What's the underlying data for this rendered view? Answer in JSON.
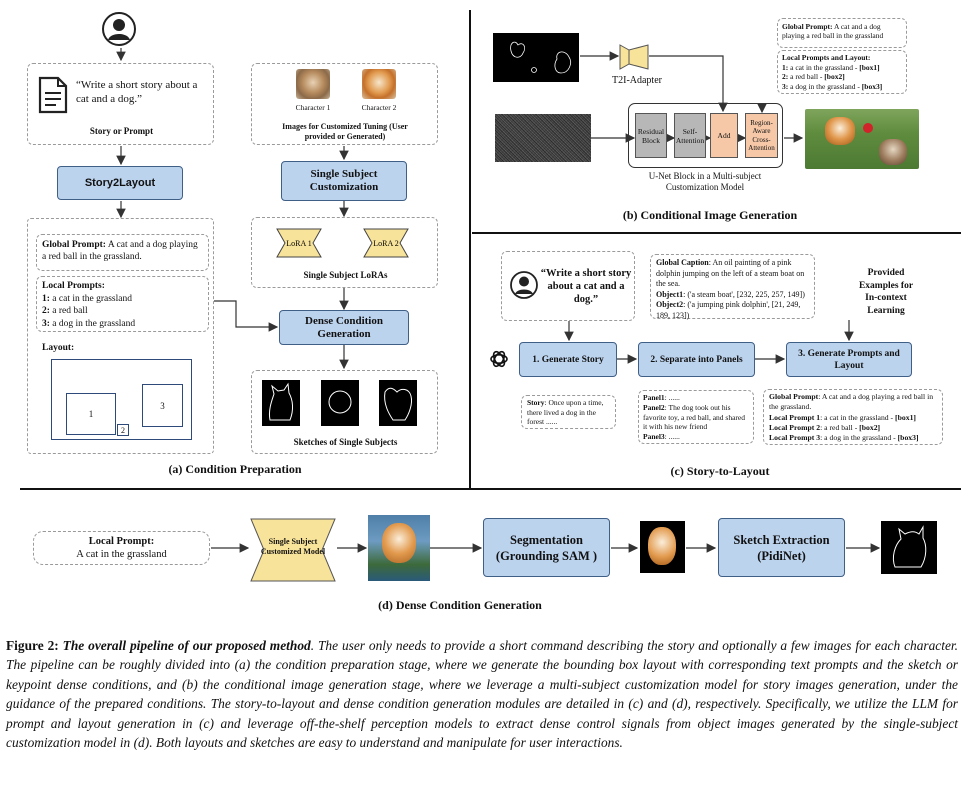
{
  "panel_a": {
    "prompt_quote": "“Write a short story about a cat and a dog.”",
    "story_label": "Story or Prompt",
    "images_label": "Images for Customized Tuning (User provided or Generated)",
    "char1": "Character 1",
    "char2": "Character 2",
    "story2layout": "Story2Layout",
    "single_subject": "Single Subject Customization",
    "global_prompt_head": "Global Prompt:",
    "global_prompt": "A cat and a dog playing a red ball in the grassland.",
    "local_prompts_head": "Local Prompts:",
    "local_prompts": [
      {
        "num": "1:",
        "text": "a cat in the grassland"
      },
      {
        "num": "2:",
        "text": "a red ball"
      },
      {
        "num": "3:",
        "text": "a dog in the grassland"
      }
    ],
    "layout_head": "Layout:",
    "box_labels": [
      "1",
      "2",
      "3"
    ],
    "lora1": "LoRA 1",
    "lora2": "LoRA 2",
    "loras_label": "Single Subject LoRAs",
    "dense_condition": "Dense Condition Generation",
    "sketches_label": "Sketches of Single Subjects",
    "caption": "(a) Condition Preparation"
  },
  "panel_b": {
    "t2i": "T2I-Adapter",
    "global_prompt_head": "Global Prompt:",
    "global_prompt": "A cat and a dog playing a red ball in the grassland",
    "local_head": "Local Prompts and Layout:",
    "local_items": [
      {
        "num": "1:",
        "text": "a cat in the grassland -",
        "box": "[box1]"
      },
      {
        "num": "2:",
        "text": "a red ball -",
        "box": "[box2]"
      },
      {
        "num": "3:",
        "text": "a dog in the grassland -",
        "box": "[box3]"
      }
    ],
    "residual": "Residual Block",
    "self_attn": "Self-Attention",
    "add": "Add",
    "region": "Region-Aware Cross-Attention",
    "unet_label": "U-Net Block in a Multi-subject Customization Model",
    "caption": "(b) Conditional Image Generation"
  },
  "panel_c": {
    "quote": "“Write a short story about a cat and a dog.”",
    "global_caption_head": "Global Caption",
    "global_caption": ": An oil painting of a pink dolphin jumping on the left of a steam boat on the sea.",
    "object1_head": "Object1",
    "object1": ": ('a steam boat', [232, 225, 257, 149])",
    "object2_head": "Object2",
    "object2": ": ('a jumping pink dolphin', [21, 249, 189, 123])",
    "provided": "Provided Examples for In-context Learning",
    "step1": "1. Generate Story",
    "step2": "2. Separate into Panels",
    "step3": "3. Generate Prompts and Layout",
    "story_head": "Story",
    "story": ": Once upon a time, there lived a dog in the forest ......",
    "panel1_head": "Panel1",
    "panel1": ": ......",
    "panel2_head": "Panel2",
    "panel2": ": The dog took out his favorite toy, a red ball, and shared it with his new friend",
    "panel3_head": "Panel3",
    "panel3": ": ......",
    "gp_head": "Global Prompt",
    "gp": ": A cat and a dog playing a red ball in the grassland.",
    "lp1_head": "Local Prompt 1",
    "lp1": ": a cat in the grassland -",
    "lp1_box": "[box1]",
    "lp2_head": "Local Prompt 2",
    "lp2": ": a red ball -",
    "lp2_box": "[box2]",
    "lp3_head": "Local Prompt 3",
    "lp3": ": a dog in the grassland -",
    "lp3_box": "[box3]",
    "caption": "(c) Story-to-Layout"
  },
  "panel_d": {
    "local_prompt_head": "Local Prompt:",
    "local_prompt": "A cat in the grassland",
    "model": "Single Subject Customized Model",
    "seg": "Segmentation (Grounding SAM )",
    "sketch": "Sketch Extraction (PidiNet)",
    "caption": "(d) Dense Condition Generation"
  },
  "figure_caption": {
    "label": "Figure 2:",
    "title": "The overall pipeline of our proposed method",
    "body": ". The user only needs to provide a short command describing the story and optionally a few images for each character. The pipeline can be roughly divided into (a) the condition preparation stage, where we generate the bounding box layout with corresponding text prompts and the sketch or keypoint dense conditions, and (b) the conditional image generation stage, where we leverage a multi-subject customization model for story images generation, under the guidance of the prepared conditions. The story-to-layout and dense condition generation modules are detailed in (c) and (d), respectively. Specifically, we utilize the LLM for prompt and layout generation in (c) and leverage off-the-shelf perception models to extract dense control signals from object images generated by the single-subject customization model in (d). Both layouts and sketches are easy to understand and manipulate for user interactions."
  },
  "colors": {
    "blue_fill": "#bcd3ee",
    "blue_border": "#3f5f86",
    "yellow_fill": "#f8e39a",
    "orange_fill": "#f6c8a8",
    "layout_box": "#2e4a7a"
  }
}
